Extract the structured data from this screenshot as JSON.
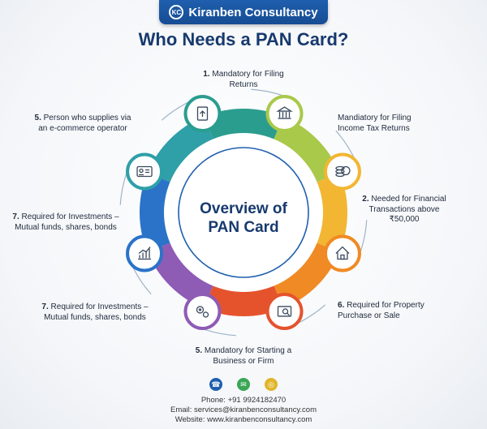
{
  "header": {
    "brand_logo_text": "KC",
    "brand_name": "Kiranben Consultancy",
    "title": "Who Needs a PAN Card?"
  },
  "center": {
    "line1": "Overview of",
    "line2": "PAN Card"
  },
  "items": [
    {
      "number": "1.",
      "text": "Mandatory for Filing Returns",
      "icon": "document-upload-icon",
      "color": "#2a9d8f"
    },
    {
      "number": "",
      "text": "Mandiatory for Filing Income Tax Returns",
      "icon": "bank-icon",
      "color": "#a9c94a"
    },
    {
      "number": "2.",
      "text": "Needed for Financial Transactions above ₹50,000",
      "icon": "coins-rupee-icon",
      "color": "#f2b632"
    },
    {
      "number": "6.",
      "text": "Required for Property Purchase or Sale",
      "icon": "house-icon",
      "color": "#f08a24"
    },
    {
      "number": "5.",
      "text": "Mandatory for Starting a Business or Firm",
      "icon": "business-document-icon",
      "color": "#e5532d"
    },
    {
      "number": "7.",
      "text": "Required for Investments – Mutual funds, shares, bonds",
      "icon": "gears-icon",
      "color": "#8e5bb5"
    },
    {
      "number": "7.",
      "text": "Required for Investments – Mutual funds, shares, bonds",
      "icon": "growth-chart-icon",
      "color": "#2a73c8"
    },
    {
      "number": "5.",
      "text": "Person who supplies via an e-commerce operator",
      "icon": "id-card-icon",
      "color": "#2f9fa8"
    }
  ],
  "contact": {
    "phone": "Phone: +91 9924182470",
    "email": "Email: services@kiranbenconsultancy.com",
    "website": "Website: www.kiranbenconsultancy.com",
    "icons": [
      {
        "icon": "phone-icon",
        "color": "#1f5fae"
      },
      {
        "icon": "email-icon",
        "color": "#3aa655"
      },
      {
        "icon": "globe-icon",
        "color": "#e0b52a"
      }
    ]
  }
}
